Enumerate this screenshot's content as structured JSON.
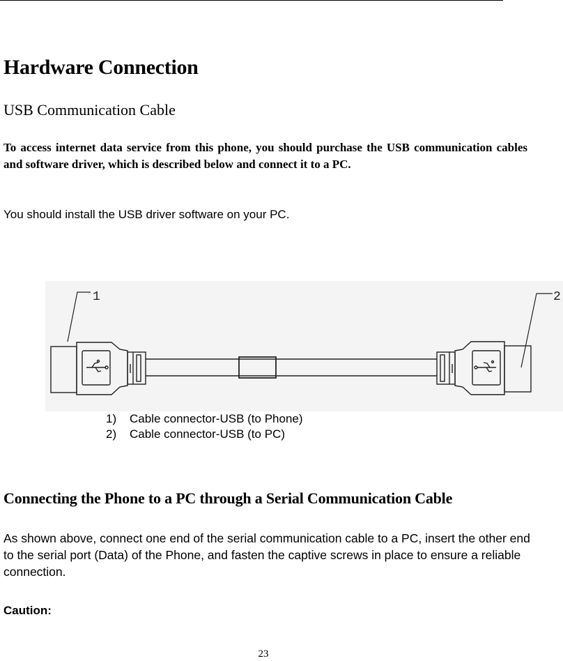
{
  "page": {
    "title": "Hardware Connection",
    "section1": {
      "heading": "USB Communication Cable",
      "intro": "To access internet data service from this phone, you should purchase the USB communication cables and software driver, which is described below and connect it to a PC.",
      "note": "You should install the USB driver software on your PC."
    },
    "figure": {
      "callouts": [
        "1",
        "2"
      ],
      "legend": [
        {
          "num": "1)",
          "label": "Cable connector-USB (to Phone)"
        },
        {
          "num": "2)",
          "label": "Cable connector-USB (to PC)"
        }
      ],
      "background_color": "#f4f4f4"
    },
    "section2": {
      "heading": "Connecting the Phone to a PC through a Serial Communication Cable",
      "body": "As shown above, connect one end of the serial communication cable to a PC, insert the other end to the serial port (Data) of the Phone, and fasten the captive screws in place to ensure a reliable connection.",
      "caution_label": "Caution:"
    },
    "page_number": "23"
  }
}
